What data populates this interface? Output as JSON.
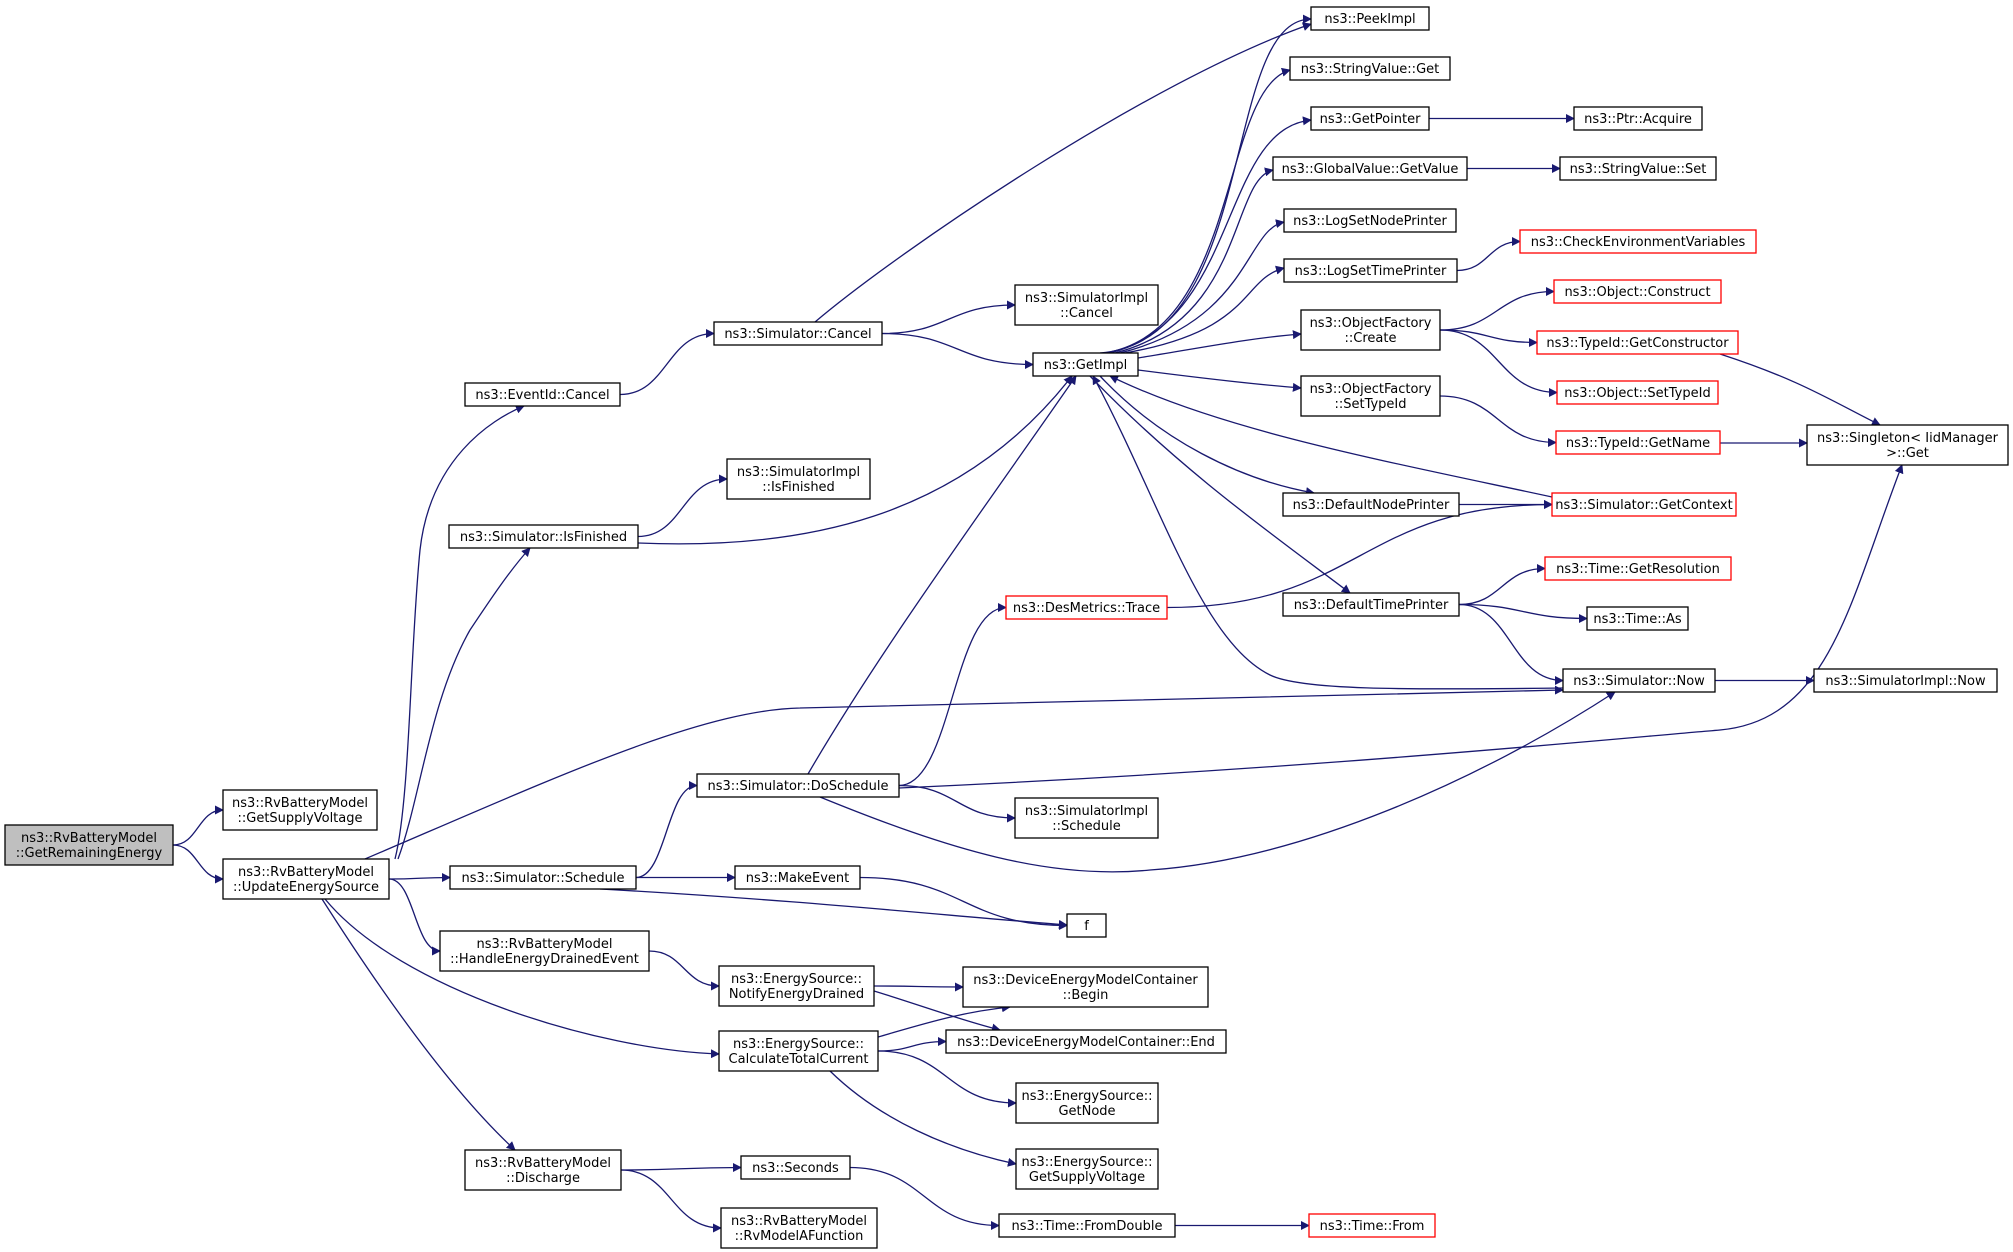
{
  "colors": {
    "edge": "#191970",
    "root_fill": "#bfbfbf",
    "truncated_border": "#ff0000",
    "node_border": "#000000"
  },
  "nodes": [
    {
      "id": "root",
      "lines": [
        "ns3::RvBatteryModel",
        "::GetRemainingEnergy"
      ],
      "style": "root"
    },
    {
      "id": "rv_getsupplyvoltage",
      "lines": [
        "ns3::RvBatteryModel",
        "::GetSupplyVoltage"
      ]
    },
    {
      "id": "rv_updateenergysource",
      "lines": [
        "ns3::RvBatteryModel",
        "::UpdateEnergySource"
      ]
    },
    {
      "id": "eventid_cancel",
      "lines": [
        "ns3::EventId::Cancel"
      ]
    },
    {
      "id": "sim_isfinished",
      "lines": [
        "ns3::Simulator::IsFinished"
      ]
    },
    {
      "id": "sim_schedule",
      "lines": [
        "ns3::Simulator::Schedule"
      ]
    },
    {
      "id": "rv_handledrained",
      "lines": [
        "ns3::RvBatteryModel",
        "::HandleEnergyDrainedEvent"
      ]
    },
    {
      "id": "rv_discharge",
      "lines": [
        "ns3::RvBatteryModel",
        "::Discharge"
      ]
    },
    {
      "id": "sim_cancel",
      "lines": [
        "ns3::Simulator::Cancel"
      ]
    },
    {
      "id": "simimpl_isfinished",
      "lines": [
        "ns3::SimulatorImpl",
        "::IsFinished"
      ]
    },
    {
      "id": "sim_doschedule",
      "lines": [
        "ns3::Simulator::DoSchedule"
      ]
    },
    {
      "id": "makeevent",
      "lines": [
        "ns3::MakeEvent"
      ]
    },
    {
      "id": "es_notifydrained",
      "lines": [
        "ns3::EnergySource::",
        "NotifyEnergyDrained"
      ]
    },
    {
      "id": "es_calctotal",
      "lines": [
        "ns3::EnergySource::",
        "CalculateTotalCurrent"
      ]
    },
    {
      "id": "seconds",
      "lines": [
        "ns3::Seconds"
      ]
    },
    {
      "id": "rv_modelafunction",
      "lines": [
        "ns3::RvBatteryModel",
        "::RvModelAFunction"
      ]
    },
    {
      "id": "simimpl_cancel",
      "lines": [
        "ns3::SimulatorImpl",
        "::Cancel"
      ]
    },
    {
      "id": "getimpl",
      "lines": [
        "ns3::GetImpl"
      ]
    },
    {
      "id": "desmetrics_trace",
      "lines": [
        "ns3::DesMetrics::Trace"
      ],
      "style": "trunc"
    },
    {
      "id": "simimpl_schedule",
      "lines": [
        "ns3::SimulatorImpl",
        "::Schedule"
      ]
    },
    {
      "id": "f",
      "lines": [
        "f"
      ]
    },
    {
      "id": "demc_begin",
      "lines": [
        "ns3::DeviceEnergyModelContainer",
        "::Begin"
      ]
    },
    {
      "id": "demc_end",
      "lines": [
        "ns3::DeviceEnergyModelContainer::End"
      ]
    },
    {
      "id": "es_getnode",
      "lines": [
        "ns3::EnergySource::",
        "GetNode"
      ]
    },
    {
      "id": "es_getsupplyvoltage",
      "lines": [
        "ns3::EnergySource::",
        "GetSupplyVoltage"
      ]
    },
    {
      "id": "time_fromdouble",
      "lines": [
        "ns3::Time::FromDouble"
      ]
    },
    {
      "id": "peekimpl",
      "lines": [
        "ns3::PeekImpl"
      ]
    },
    {
      "id": "stringvalue_get",
      "lines": [
        "ns3::StringValue::Get"
      ]
    },
    {
      "id": "getpointer",
      "lines": [
        "ns3::GetPointer"
      ]
    },
    {
      "id": "globalvalue_getvalue",
      "lines": [
        "ns3::GlobalValue::GetValue"
      ]
    },
    {
      "id": "logsetnodeprinter",
      "lines": [
        "ns3::LogSetNodePrinter"
      ]
    },
    {
      "id": "logsettimeprinter",
      "lines": [
        "ns3::LogSetTimePrinter"
      ]
    },
    {
      "id": "objectfactory_create",
      "lines": [
        "ns3::ObjectFactory",
        "::Create"
      ]
    },
    {
      "id": "objectfactory_settypeid",
      "lines": [
        "ns3::ObjectFactory",
        "::SetTypeId"
      ]
    },
    {
      "id": "defaultnodeprinter",
      "lines": [
        "ns3::DefaultNodePrinter"
      ]
    },
    {
      "id": "defaulttimeprinter",
      "lines": [
        "ns3::DefaultTimePrinter"
      ]
    },
    {
      "id": "sim_now",
      "lines": [
        "ns3::Simulator::Now"
      ]
    },
    {
      "id": "time_from",
      "lines": [
        "ns3::Time::From"
      ],
      "style": "trunc"
    },
    {
      "id": "ptr_acquire",
      "lines": [
        "ns3::Ptr::Acquire"
      ]
    },
    {
      "id": "stringvalue_set",
      "lines": [
        "ns3::StringValue::Set"
      ]
    },
    {
      "id": "checkenvvars",
      "lines": [
        "ns3::CheckEnvironmentVariables"
      ],
      "style": "trunc"
    },
    {
      "id": "object_construct",
      "lines": [
        "ns3::Object::Construct"
      ],
      "style": "trunc"
    },
    {
      "id": "typeid_getconstructor",
      "lines": [
        "ns3::TypeId::GetConstructor"
      ],
      "style": "trunc"
    },
    {
      "id": "object_settypeid",
      "lines": [
        "ns3::Object::SetTypeId"
      ],
      "style": "trunc"
    },
    {
      "id": "typeid_getname",
      "lines": [
        "ns3::TypeId::GetName"
      ],
      "style": "trunc"
    },
    {
      "id": "sim_getcontext",
      "lines": [
        "ns3::Simulator::GetContext"
      ],
      "style": "trunc"
    },
    {
      "id": "time_getresolution",
      "lines": [
        "ns3::Time::GetResolution"
      ],
      "style": "trunc"
    },
    {
      "id": "time_as",
      "lines": [
        "ns3::Time::As"
      ]
    },
    {
      "id": "simimpl_now",
      "lines": [
        "ns3::SimulatorImpl::Now"
      ]
    },
    {
      "id": "singleton_get",
      "lines": [
        "ns3::Singleton< IidManager",
        " >::Get"
      ]
    }
  ],
  "edges": [
    [
      "root",
      "rv_getsupplyvoltage"
    ],
    [
      "root",
      "rv_updateenergysource"
    ],
    [
      "rv_updateenergysource",
      "eventid_cancel"
    ],
    [
      "rv_updateenergysource",
      "sim_isfinished"
    ],
    [
      "rv_updateenergysource",
      "sim_now"
    ],
    [
      "rv_updateenergysource",
      "sim_schedule"
    ],
    [
      "rv_updateenergysource",
      "rv_handledrained"
    ],
    [
      "rv_updateenergysource",
      "es_calctotal"
    ],
    [
      "rv_updateenergysource",
      "rv_discharge"
    ],
    [
      "eventid_cancel",
      "sim_cancel"
    ],
    [
      "sim_cancel",
      "peekimpl"
    ],
    [
      "sim_cancel",
      "simimpl_cancel"
    ],
    [
      "sim_cancel",
      "getimpl"
    ],
    [
      "sim_isfinished",
      "simimpl_isfinished"
    ],
    [
      "sim_isfinished",
      "getimpl"
    ],
    [
      "sim_schedule",
      "sim_doschedule"
    ],
    [
      "sim_schedule",
      "makeevent"
    ],
    [
      "sim_schedule",
      "f"
    ],
    [
      "sim_doschedule",
      "getimpl"
    ],
    [
      "sim_doschedule",
      "desmetrics_trace"
    ],
    [
      "sim_doschedule",
      "singleton_get"
    ],
    [
      "sim_doschedule",
      "simimpl_schedule"
    ],
    [
      "sim_doschedule",
      "sim_now"
    ],
    [
      "makeevent",
      "f"
    ],
    [
      "rv_handledrained",
      "es_notifydrained"
    ],
    [
      "es_notifydrained",
      "demc_begin"
    ],
    [
      "es_notifydrained",
      "demc_end"
    ],
    [
      "es_calctotal",
      "demc_begin"
    ],
    [
      "es_calctotal",
      "demc_end"
    ],
    [
      "es_calctotal",
      "es_getnode"
    ],
    [
      "es_calctotal",
      "es_getsupplyvoltage"
    ],
    [
      "rv_discharge",
      "seconds"
    ],
    [
      "rv_discharge",
      "rv_modelafunction"
    ],
    [
      "seconds",
      "time_fromdouble"
    ],
    [
      "time_fromdouble",
      "time_from"
    ],
    [
      "getimpl",
      "peekimpl"
    ],
    [
      "getimpl",
      "stringvalue_get"
    ],
    [
      "getimpl",
      "getpointer"
    ],
    [
      "getimpl",
      "globalvalue_getvalue"
    ],
    [
      "getimpl",
      "logsetnodeprinter"
    ],
    [
      "getimpl",
      "logsettimeprinter"
    ],
    [
      "getimpl",
      "objectfactory_create"
    ],
    [
      "getimpl",
      "objectfactory_settypeid"
    ],
    [
      "getimpl",
      "defaultnodeprinter"
    ],
    [
      "getimpl",
      "defaulttimeprinter"
    ],
    [
      "getpointer",
      "ptr_acquire"
    ],
    [
      "globalvalue_getvalue",
      "stringvalue_set"
    ],
    [
      "logsettimeprinter",
      "checkenvvars"
    ],
    [
      "objectfactory_create",
      "object_construct"
    ],
    [
      "objectfactory_create",
      "typeid_getconstructor"
    ],
    [
      "objectfactory_create",
      "object_settypeid"
    ],
    [
      "objectfactory_settypeid",
      "typeid_getname"
    ],
    [
      "typeid_getconstructor",
      "singleton_get"
    ],
    [
      "typeid_getname",
      "singleton_get"
    ],
    [
      "defaultnodeprinter",
      "sim_getcontext"
    ],
    [
      "defaulttimeprinter",
      "time_getresolution"
    ],
    [
      "defaulttimeprinter",
      "time_as"
    ],
    [
      "defaulttimeprinter",
      "sim_now"
    ],
    [
      "sim_getcontext",
      "getimpl"
    ],
    [
      "sim_now",
      "getimpl"
    ],
    [
      "sim_now",
      "simimpl_now"
    ],
    [
      "desmetrics_trace",
      "sim_getcontext"
    ]
  ]
}
